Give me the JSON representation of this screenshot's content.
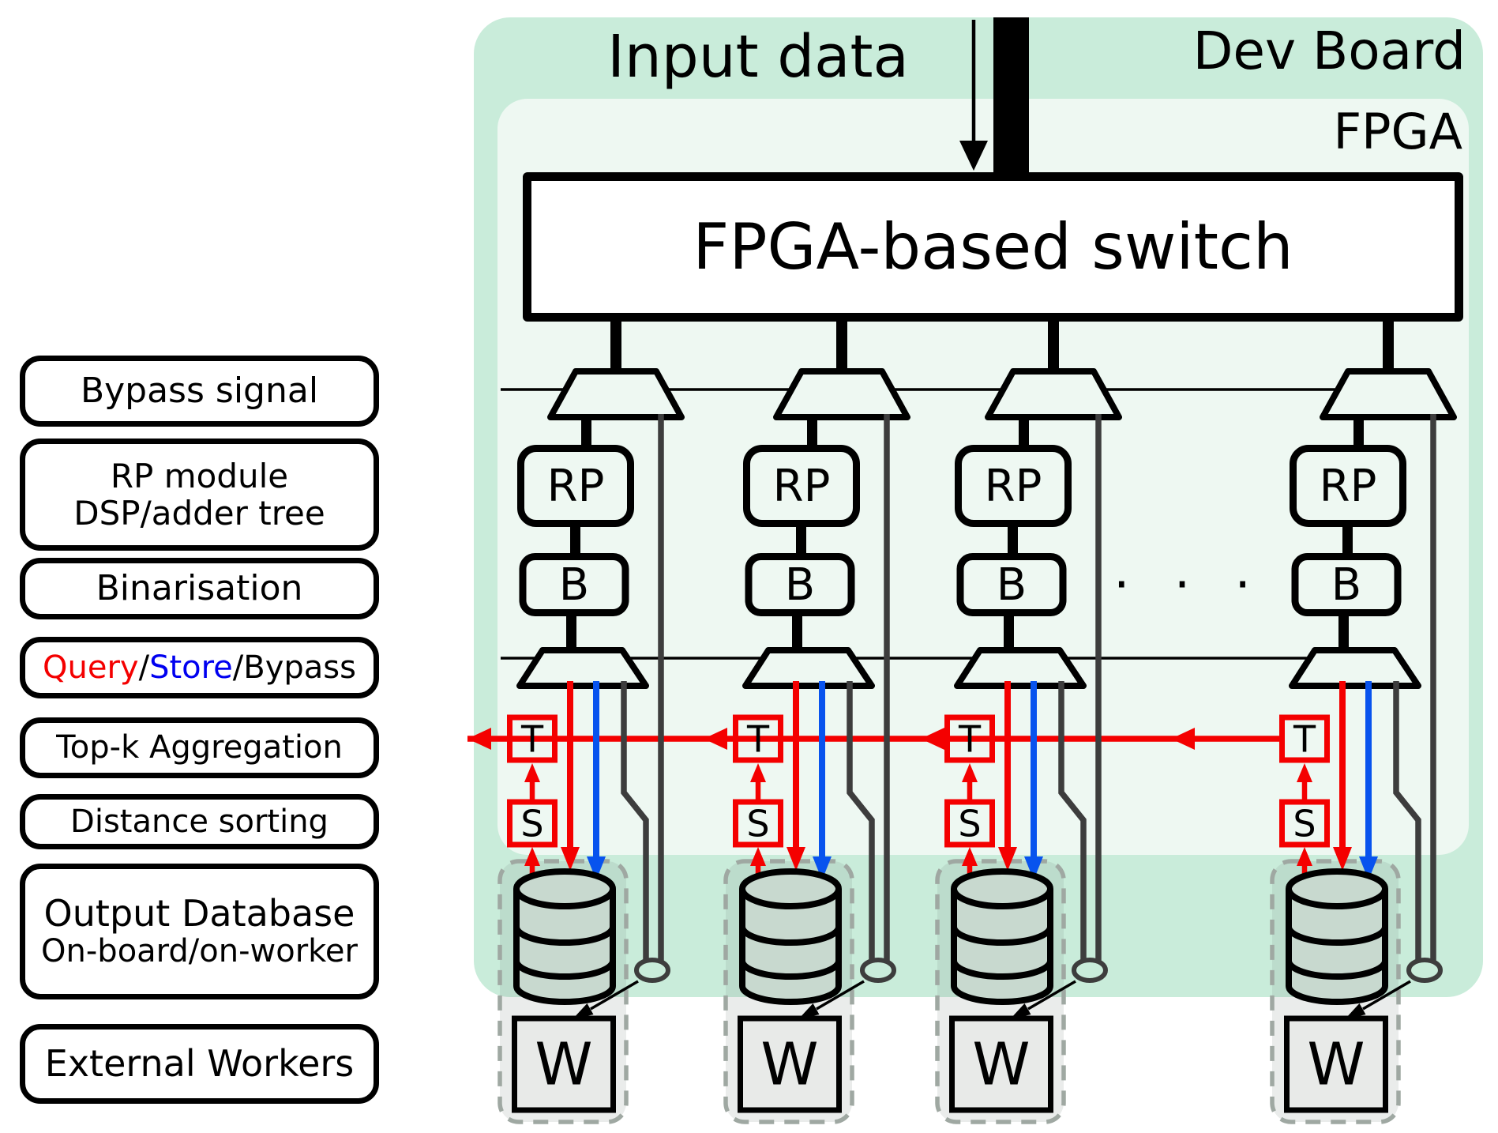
{
  "header": {
    "input_data_label": "Input data",
    "dev_board_label": "Dev Board",
    "fpga_label": "FPGA",
    "switch_label": "FPGA-based switch"
  },
  "sidebar": {
    "items": [
      {
        "id": "bypass-signal",
        "lines": [
          "Bypass signal"
        ]
      },
      {
        "id": "rp-module",
        "lines": [
          "RP module",
          "DSP/adder tree"
        ]
      },
      {
        "id": "binarisation",
        "lines": [
          "Binarisation"
        ]
      },
      {
        "id": "query-store-bypass",
        "segments": [
          {
            "text": "Query",
            "color": "#f40000"
          },
          {
            "text": "/",
            "color": "#000000"
          },
          {
            "text": "Store",
            "color": "#0000f0"
          },
          {
            "text": "/",
            "color": "#000000"
          },
          {
            "text": "Bypass",
            "color": "#000000"
          }
        ]
      },
      {
        "id": "top-k-aggregation",
        "lines": [
          "Top-k Aggregation"
        ]
      },
      {
        "id": "distance-sorting",
        "lines": [
          "Distance sorting"
        ]
      },
      {
        "id": "output-database",
        "lines": [
          "Output Database",
          "On-board/on-worker"
        ]
      },
      {
        "id": "external-workers",
        "lines": [
          "External Workers"
        ]
      }
    ]
  },
  "columns": [
    {
      "rp_label": "RP",
      "b_label": "B",
      "t_label": "T",
      "s_label": "S",
      "w_label": "W"
    },
    {
      "rp_label": "RP",
      "b_label": "B",
      "t_label": "T",
      "s_label": "S",
      "w_label": "W"
    },
    {
      "rp_label": "RP",
      "b_label": "B",
      "t_label": "T",
      "s_label": "S",
      "w_label": "W"
    },
    {
      "rp_label": "RP",
      "b_label": "B",
      "t_label": "T",
      "s_label": "S",
      "w_label": "W"
    }
  ],
  "diagram": {
    "ellipsis_label": "· · ·",
    "colors": {
      "board_bg": "#c9ecda",
      "fpga_bg": "#eef8f2",
      "query_red": "#f40000",
      "store_blue": "#0853ee",
      "bypass_gray": "#3d3d3d",
      "cylinder_fill": "#c8d9cf",
      "worker_fill": "#e8eae8"
    }
  }
}
